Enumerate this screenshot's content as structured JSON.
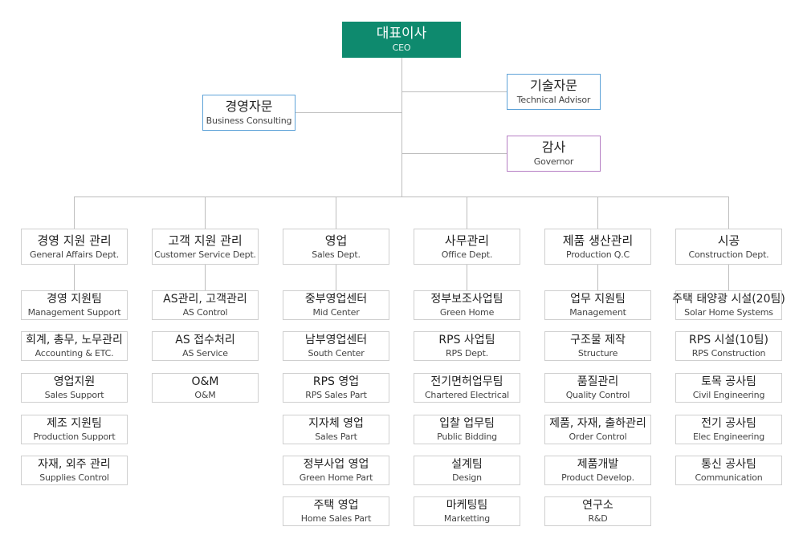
{
  "colors": {
    "ceo_fill": "#0e8a6e",
    "advisor_border": "#5fa3d8",
    "governor_border": "#b67fc4",
    "box_border": "#cfcfcf",
    "line": "#bdbdbd"
  },
  "ceo": {
    "ko": "대표이사",
    "en": "CEO"
  },
  "technical_advisor": {
    "ko": "기술자문",
    "en": "Technical Advisor"
  },
  "business_consulting": {
    "ko": "경영자문",
    "en": "Business Consulting"
  },
  "governor": {
    "ko": "감사",
    "en": "Governor"
  },
  "departments": [
    {
      "ko": "경영 지원 관리",
      "en": "General Affairs Dept.",
      "teams": [
        {
          "ko": "경영 지원팀",
          "en": "Management Support"
        },
        {
          "ko": "회계, 총무, 노무관리",
          "en": "Accounting & ETC."
        },
        {
          "ko": "영업지원",
          "en": "Sales Support"
        },
        {
          "ko": "제조 지원팀",
          "en": "Production Support"
        },
        {
          "ko": "자재, 외주 관리",
          "en": "Supplies Control"
        }
      ]
    },
    {
      "ko": "고객 지원 관리",
      "en": "Customer Service Dept.",
      "teams": [
        {
          "ko": "AS관리, 고객관리",
          "en": "AS Control"
        },
        {
          "ko": "AS 접수처리",
          "en": "AS Service"
        },
        {
          "ko": "O&M",
          "en": "O&M"
        }
      ]
    },
    {
      "ko": "영업",
      "en": "Sales Dept.",
      "teams": [
        {
          "ko": "중부영업센터",
          "en": "Mid Center"
        },
        {
          "ko": "남부영업센터",
          "en": "South Center"
        },
        {
          "ko": "RPS 영업",
          "en": "RPS Sales Part"
        },
        {
          "ko": "지자체 영업",
          "en": "Sales Part"
        },
        {
          "ko": "정부사업 영업",
          "en": "Green Home Part"
        },
        {
          "ko": "주택 영업",
          "en": "Home Sales Part"
        }
      ]
    },
    {
      "ko": "사무관리",
      "en": "Office Dept.",
      "teams": [
        {
          "ko": "정부보조사업팀",
          "en": "Green Home"
        },
        {
          "ko": "RPS 사업팀",
          "en": "RPS Dept."
        },
        {
          "ko": "전기면허업무팀",
          "en": "Chartered Electrical"
        },
        {
          "ko": "입찰 업무팀",
          "en": "Public Bidding"
        },
        {
          "ko": "설계팀",
          "en": "Design"
        },
        {
          "ko": "마케팅팀",
          "en": "Marketting"
        }
      ]
    },
    {
      "ko": "제품 생산관리",
      "en": "Production Q.C",
      "teams": [
        {
          "ko": "업무 지원팀",
          "en": "Management"
        },
        {
          "ko": "구조물 제작",
          "en": "Structure"
        },
        {
          "ko": "품질관리",
          "en": "Quality Control"
        },
        {
          "ko": "제품, 자재, 출하관리",
          "en": "Order Control"
        },
        {
          "ko": "제품개발",
          "en": "Product Develop."
        },
        {
          "ko": "연구소",
          "en": "R&D"
        }
      ]
    },
    {
      "ko": "시공",
      "en": "Construction Dept.",
      "teams": [
        {
          "ko": "주택 태양광 시설(20팀)",
          "en": "Solar Home Systems"
        },
        {
          "ko": "RPS 시설(10팀)",
          "en": "RPS Construction"
        },
        {
          "ko": "토목 공사팀",
          "en": "Civil Engineering"
        },
        {
          "ko": "전기 공사팀",
          "en": "Elec Engineering"
        },
        {
          "ko": "통신 공사팀",
          "en": "Communication"
        }
      ]
    }
  ]
}
